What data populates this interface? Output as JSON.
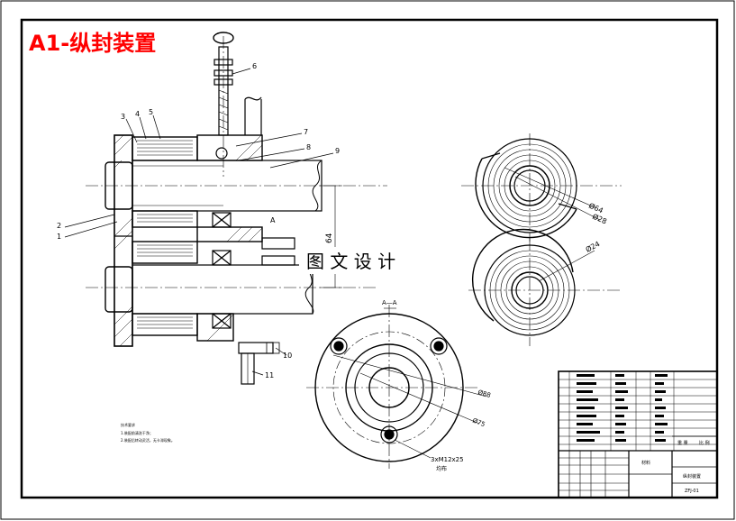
{
  "drawing": {
    "title": "A1-纵封装置",
    "watermark": "图 文 设 计",
    "balloons": [
      "1",
      "2",
      "3",
      "4",
      "5",
      "6",
      "7",
      "8",
      "9",
      "10",
      "11"
    ],
    "dimensions": {
      "center_distance": "64",
      "d64": "Ø64",
      "d28": "Ø28",
      "d24": "Ø24",
      "d88": "Ø88",
      "d75": "Ø75",
      "bolts": "3xM12x25",
      "bolts_sub": "均布"
    },
    "section_label": "A—A",
    "arrow_label": "A",
    "notes_title": "技术要求",
    "notes": [
      "1.装配前清洗干净；",
      "2.装配后转动灵活，无卡滞现象。"
    ],
    "title_block": {
      "drawing_name": "纵封装置",
      "drawing_code": "ZFJ-01",
      "material": "材料",
      "weight_label": "重 量",
      "scale_label": "比 例"
    }
  },
  "colors": {
    "title": "#ff0000",
    "line": "#000000",
    "background": "#ffffff"
  }
}
